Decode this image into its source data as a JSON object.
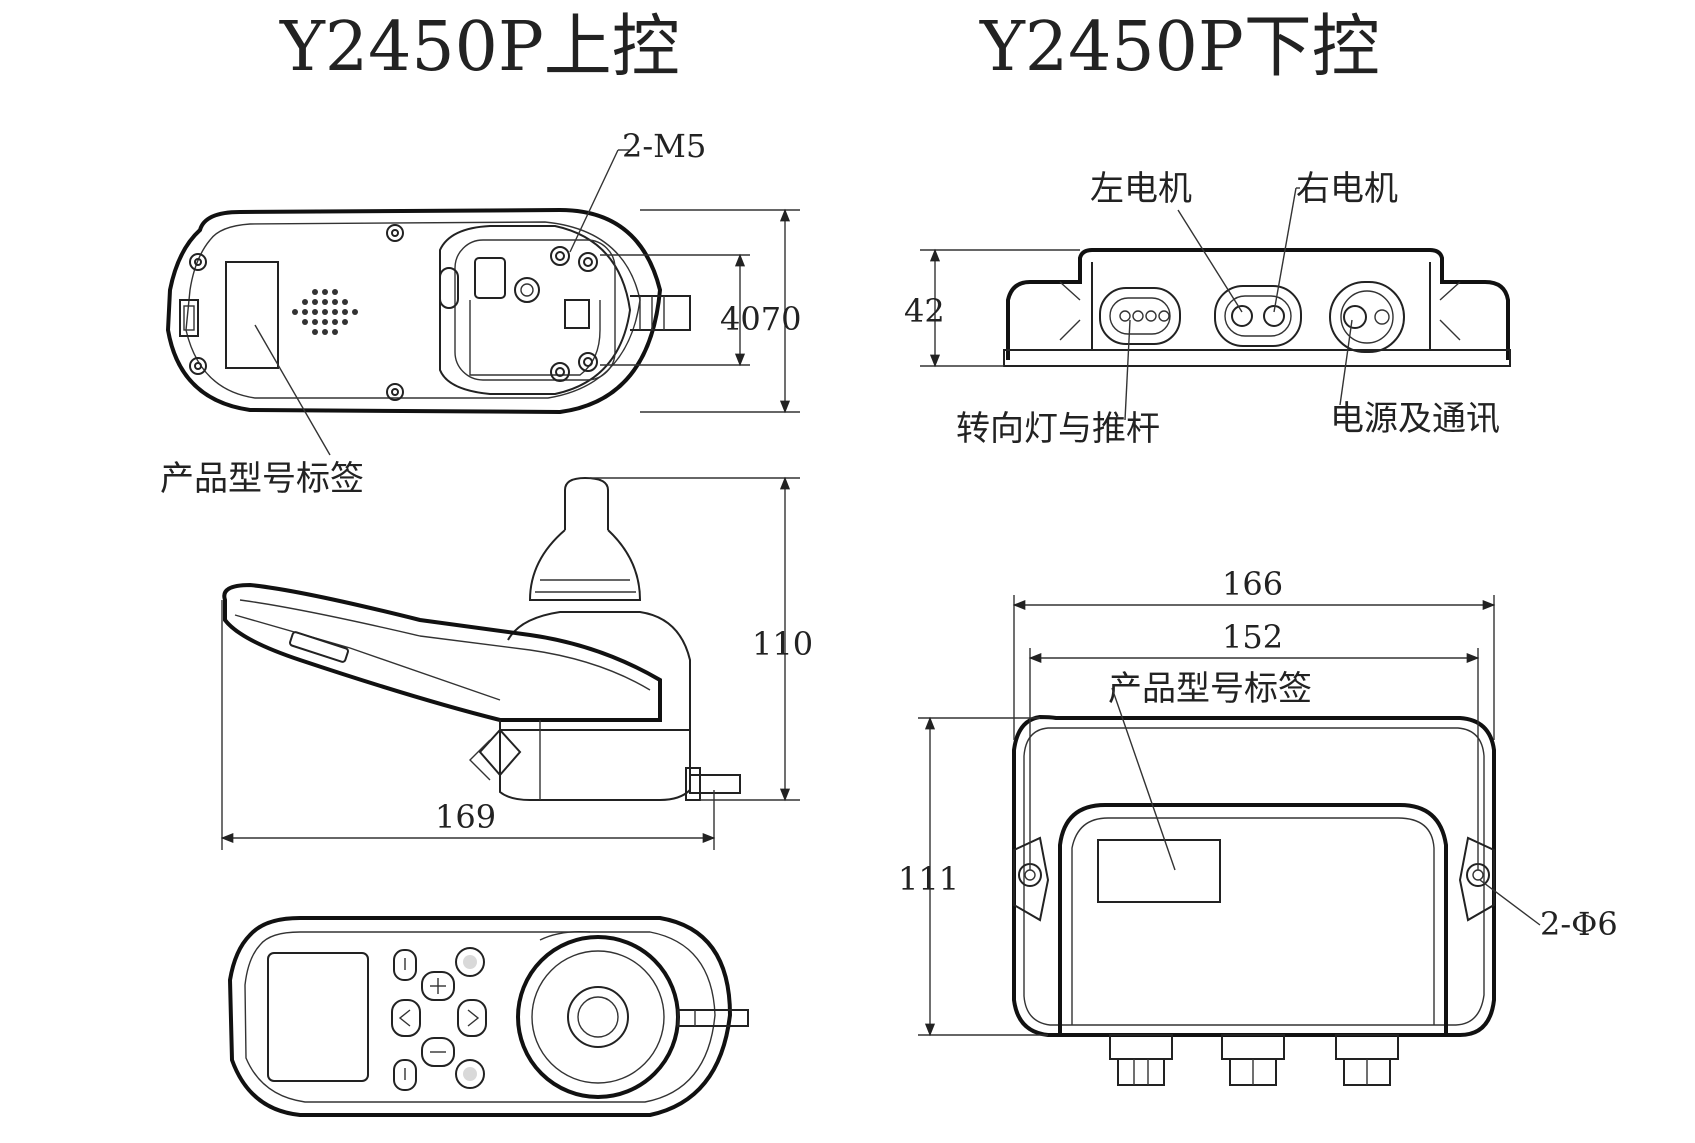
{
  "titles": {
    "upper": "Y2450P上控",
    "lower": "Y2450P下控"
  },
  "upper_top_view": {
    "screw_callout": "2-M5",
    "dim_height": "4070",
    "label_callout": "产品型号标签"
  },
  "upper_side_view": {
    "dim_height": "110",
    "dim_length": "169"
  },
  "lower_front_view": {
    "dim_height": "42",
    "connector_left_motor": "左电机",
    "connector_right_motor": "右电机",
    "connector_turn_light": "转向灯与推杆",
    "connector_power_comm": "电源及通讯"
  },
  "lower_top_view": {
    "dim_outer_width": "166",
    "dim_hole_pitch": "152",
    "dim_height": "111",
    "label_callout": "产品型号标签",
    "hole_callout": "2-Φ6"
  },
  "colors": {
    "line": "#222222",
    "background": "#ffffff",
    "shade": "#d9d9d9"
  }
}
